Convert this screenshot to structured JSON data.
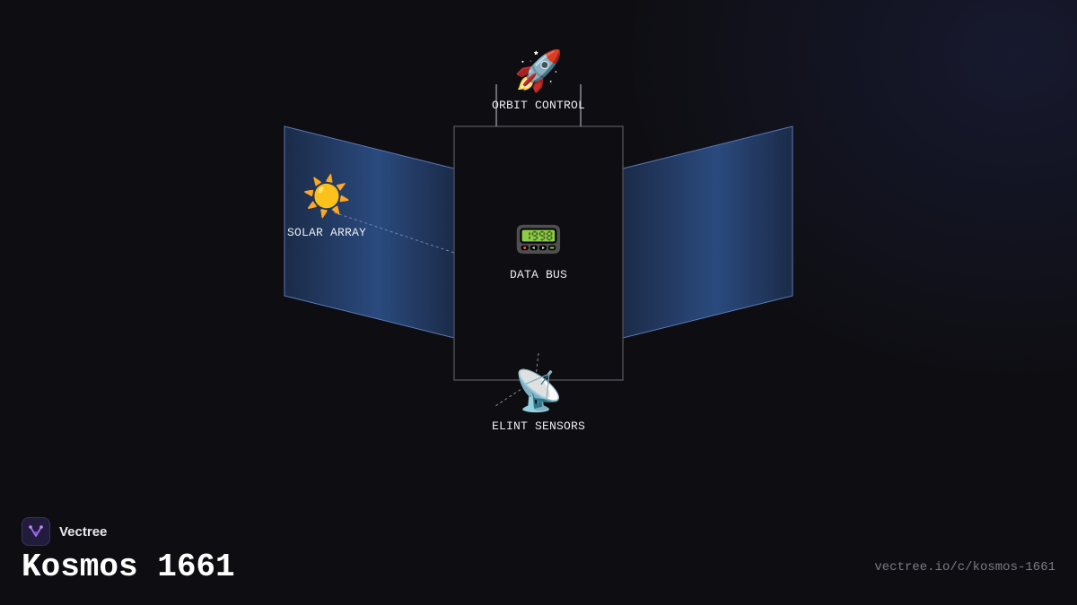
{
  "brand": {
    "name": "Vectree",
    "logo_icon": "vectree-logo-icon",
    "accent": "#a66cf0"
  },
  "title": "Kosmos 1661",
  "url": "vectree.io/c/kosmos-1661",
  "colors": {
    "background": "#0e0e12",
    "panel_mid": "#2a4a7e",
    "panel_edge": "#1b2b48",
    "panel_stroke": "#5a7ab8",
    "body_stroke": "#4a4a52",
    "line": "#8a8a94"
  },
  "components": [
    {
      "id": "orbit-control",
      "label": "ORBIT CONTROL",
      "icon": "rocket-icon",
      "glyph": "🚀"
    },
    {
      "id": "solar-array",
      "label": "SOLAR ARRAY",
      "icon": "sun-icon",
      "glyph": "☀️"
    },
    {
      "id": "data-bus",
      "label": "DATA BUS",
      "icon": "pager-icon",
      "glyph": "📟"
    },
    {
      "id": "elint-sensors",
      "label": "ELINT SENSORS",
      "icon": "satellite-dish-icon",
      "glyph": "📡"
    }
  ]
}
